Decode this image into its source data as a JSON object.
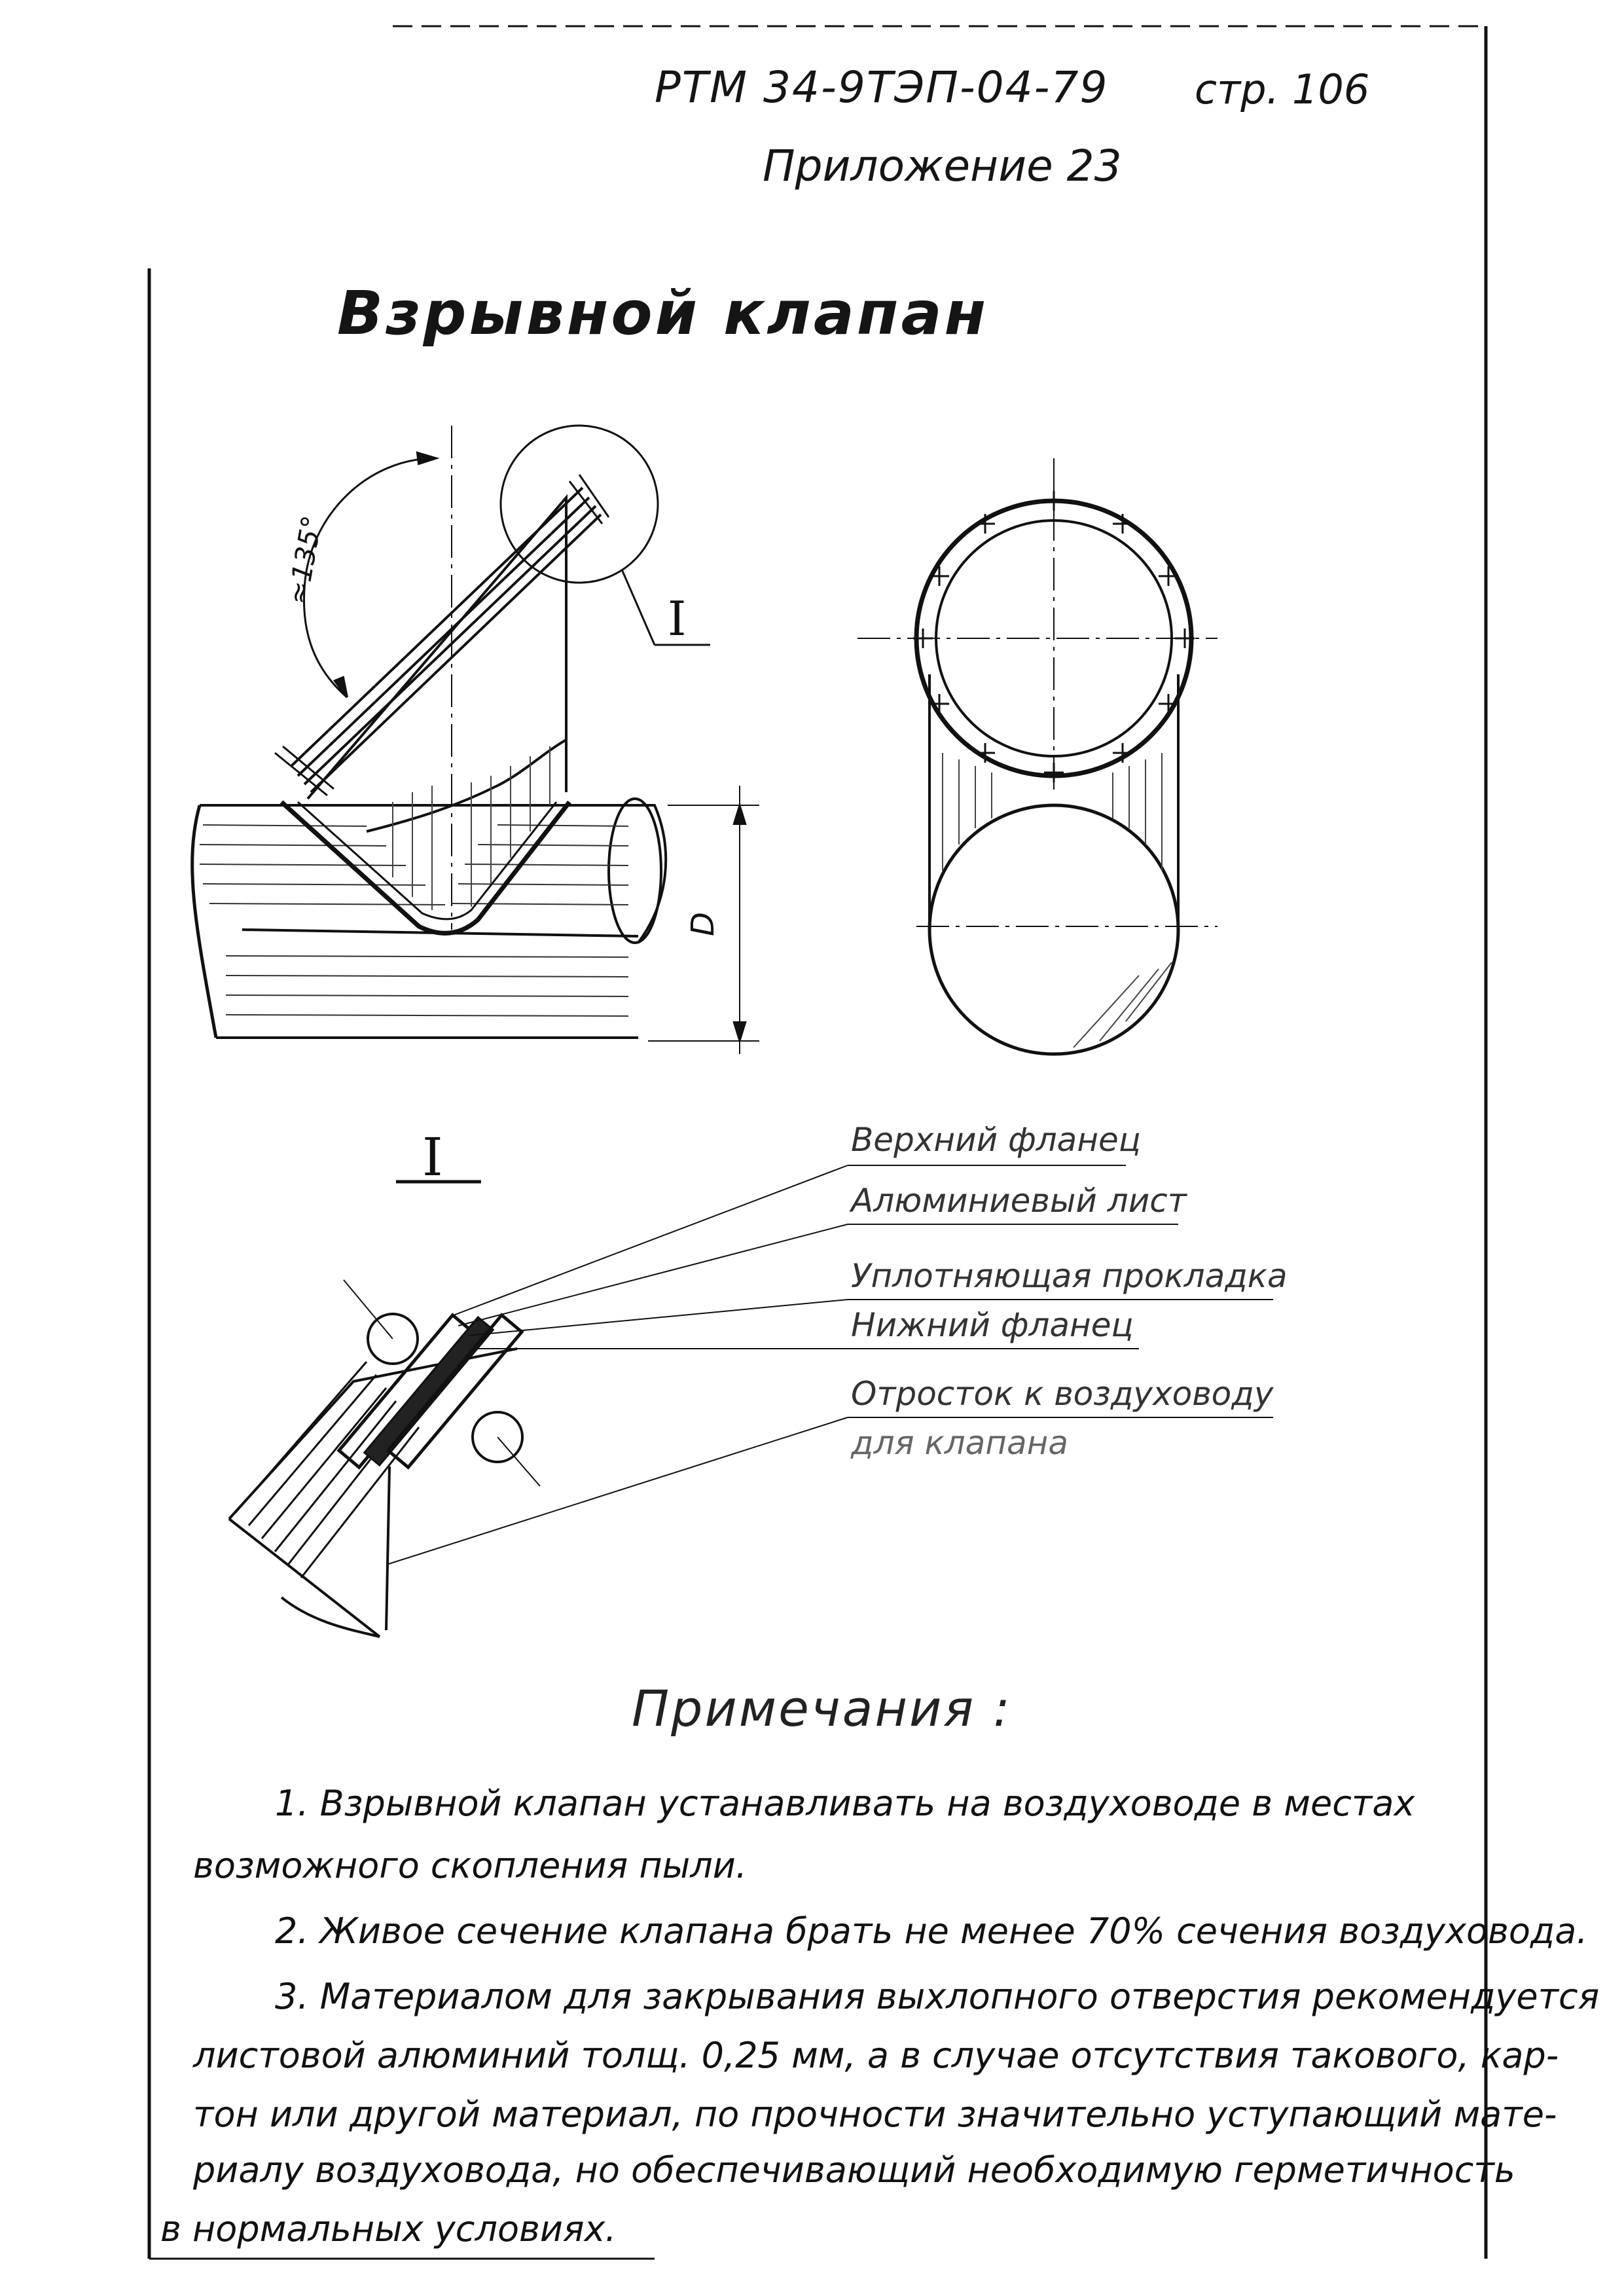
{
  "header": {
    "doc_code": "РТМ 34-9ТЭП-04-79",
    "page": "стр. 106",
    "appendix": "Приложение 23"
  },
  "title": "Взрывной клапан",
  "drawing": {
    "angle_label": "≈135°",
    "detail_mark": "I",
    "diameter_label": "D",
    "detail_heading": "I",
    "callouts": [
      "Верхний фланец",
      "Алюминиевый лист",
      "Уплотняющая прокладка",
      "Нижний фланец",
      "Отросток к воздуховоду",
      "для клапана"
    ]
  },
  "notes": {
    "heading": "Примечания :",
    "items": [
      "1. Взрывной клапан устанавливать на воздуховоде в местах",
      "возможного скопления пыли.",
      "2. Живое сечение клапана брать не менее 70% сечения воздуховода.",
      "3. Материалом для закрывания выхлопного отверстия рекомендуется",
      "листовой алюминий толщ. 0,25 мм, а в случае отсутствия такового, кар-",
      "тон или другой материал, по прочности значительно уступающий мате-",
      "риалу воздуховода, но обеспечивающий необходимую герметичность",
      "в нормальных условиях."
    ]
  }
}
